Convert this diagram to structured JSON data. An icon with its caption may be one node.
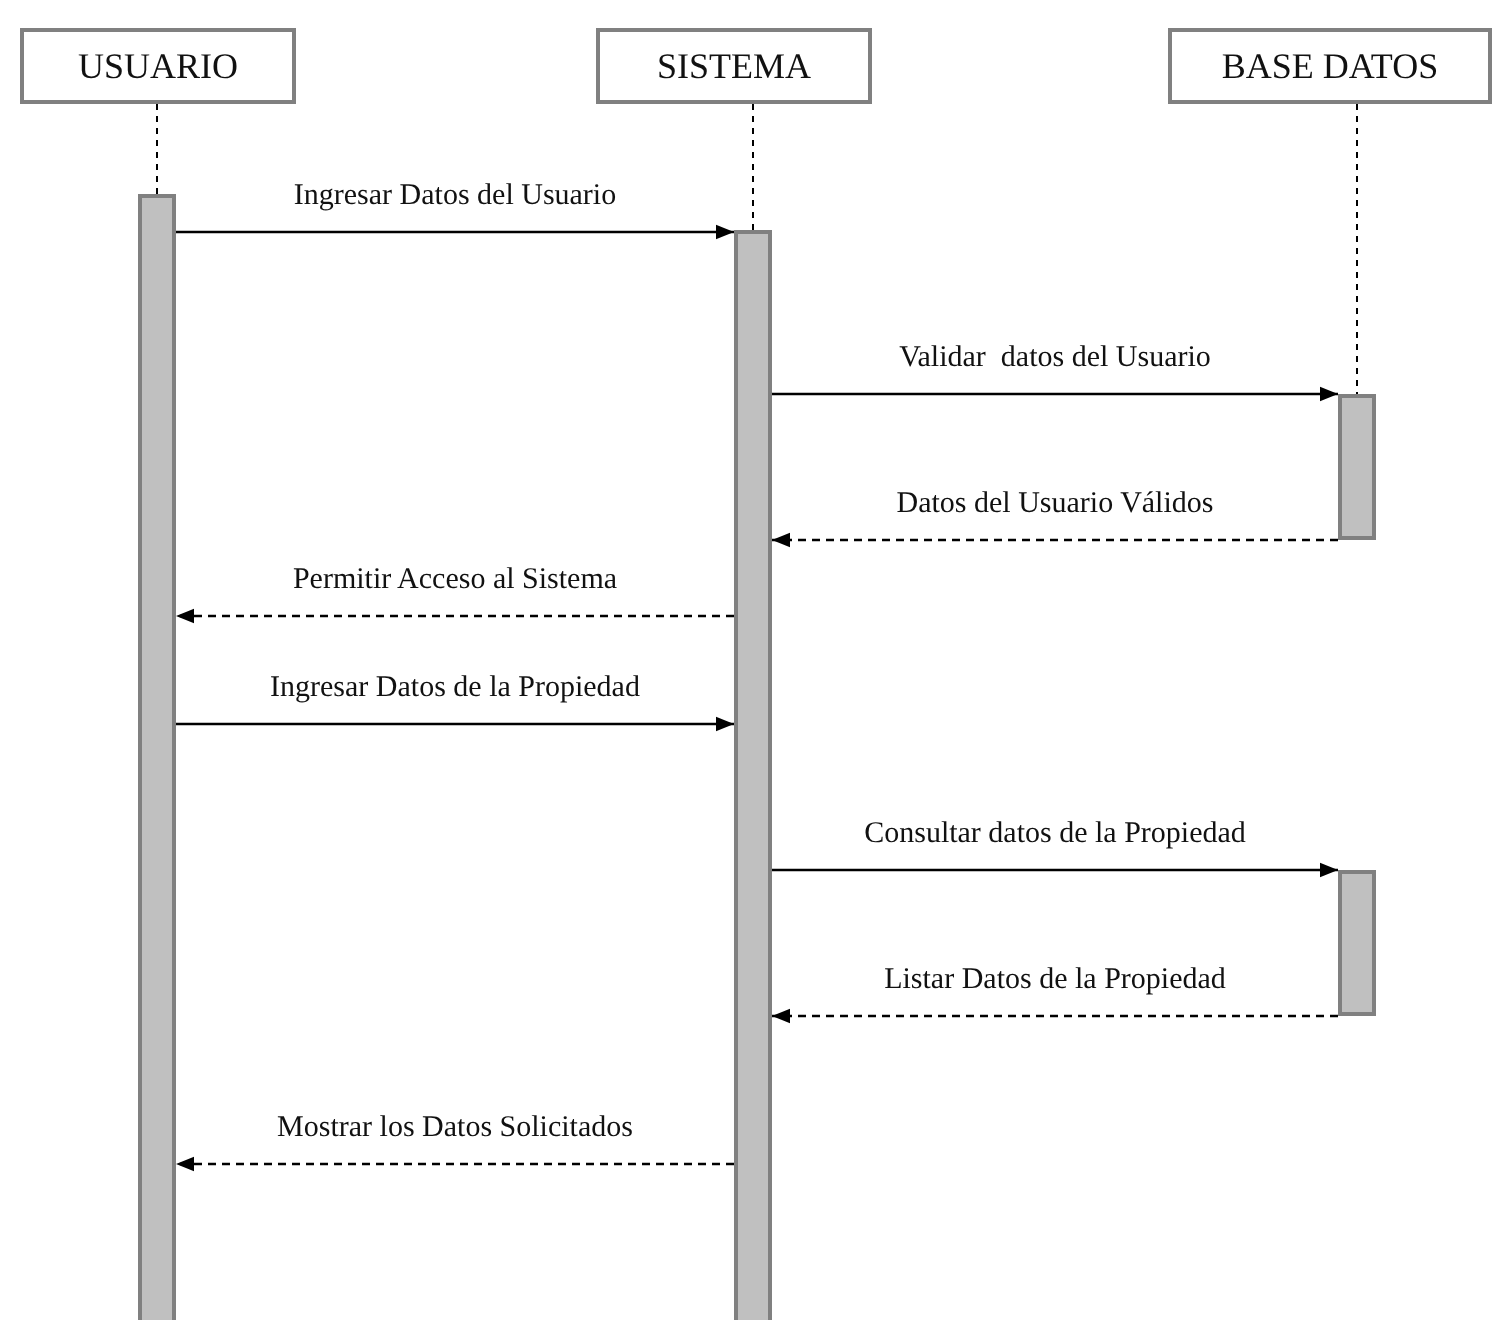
{
  "diagram": {
    "nodes": [
      {
        "text": [
          "USUARIO"
        ]
      },
      {
        "text": [
          "SISTEMA"
        ]
      },
      {
        "text": [
          "BASE DATOS"
        ]
      },
      {
        "text": [],
        "shape": "bar"
      },
      {
        "text": [],
        "shape": "bar"
      },
      {
        "text": [],
        "shape": "bar"
      },
      {
        "text": [],
        "shape": "bar"
      }
    ],
    "edges": [
      {
        "from": 3,
        "to": 4,
        "arrow": "to",
        "label": "Ingresar Datos del Usuario"
      },
      {
        "from": 4,
        "to": 5,
        "arrow": "to",
        "label": "Validar  datos del Usuario"
      },
      {
        "from": 5,
        "to": 4,
        "arrow": "to",
        "label": "Datos del Usuario Válidos",
        "style": "dashed"
      },
      {
        "from": 4,
        "to": 3,
        "arrow": "to",
        "label": "Permitir Acceso al Sistema",
        "style": "dashed"
      },
      {
        "from": 3,
        "to": 4,
        "arrow": "to",
        "label": "Ingresar Datos de la Propiedad"
      },
      {
        "from": 4,
        "to": 6,
        "arrow": "to",
        "label": "Consultar datos de la Propiedad"
      },
      {
        "from": 6,
        "to": 4,
        "arrow": "to",
        "label": "Listar Datos de la Propiedad",
        "style": "dashed"
      },
      {
        "from": 4,
        "to": 3,
        "arrow": "to",
        "label": "Mostrar los Datos Solicitados",
        "style": "dashed"
      },
      {
        "from": 0,
        "to": 3,
        "arrow": "none",
        "style": "dashed"
      },
      {
        "from": 1,
        "to": 4,
        "arrow": "none",
        "style": "dashed"
      },
      {
        "from": 2,
        "to": 5,
        "arrow": "none",
        "style": "dashed"
      }
    ]
  }
}
